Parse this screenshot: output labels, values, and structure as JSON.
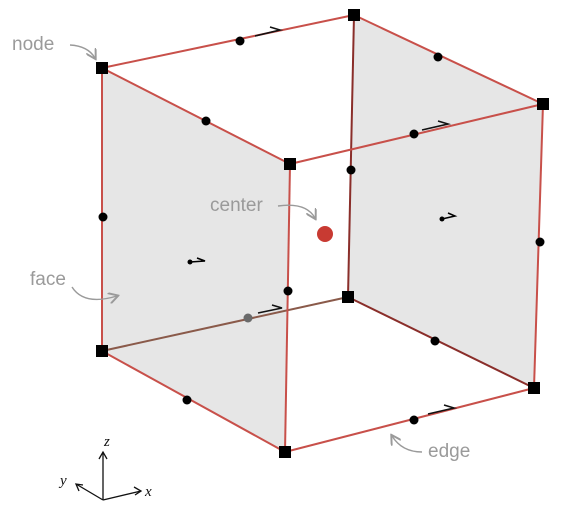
{
  "labels": {
    "node": "node",
    "center": "center",
    "face": "face",
    "edge": "edge"
  },
  "axes": {
    "x": "x",
    "y": "y",
    "z": "z"
  },
  "colors": {
    "edge_line": "#c8504a",
    "edge_line_dark": "#8a2e2a",
    "face_fill": "#e6e6e6",
    "node_marker": "#000000",
    "midpoint_marker": "#000000",
    "hidden_midpoint_marker": "#6a6a6a",
    "center_marker": "#c83a32",
    "annotation_text": "#9a9a9a",
    "annotation_arrow": "#9a9a9a"
  },
  "icons": {
    "node": "black-square",
    "edge_midpoint": "black-dot",
    "center": "red-dot",
    "orientation": "half-arrow"
  }
}
